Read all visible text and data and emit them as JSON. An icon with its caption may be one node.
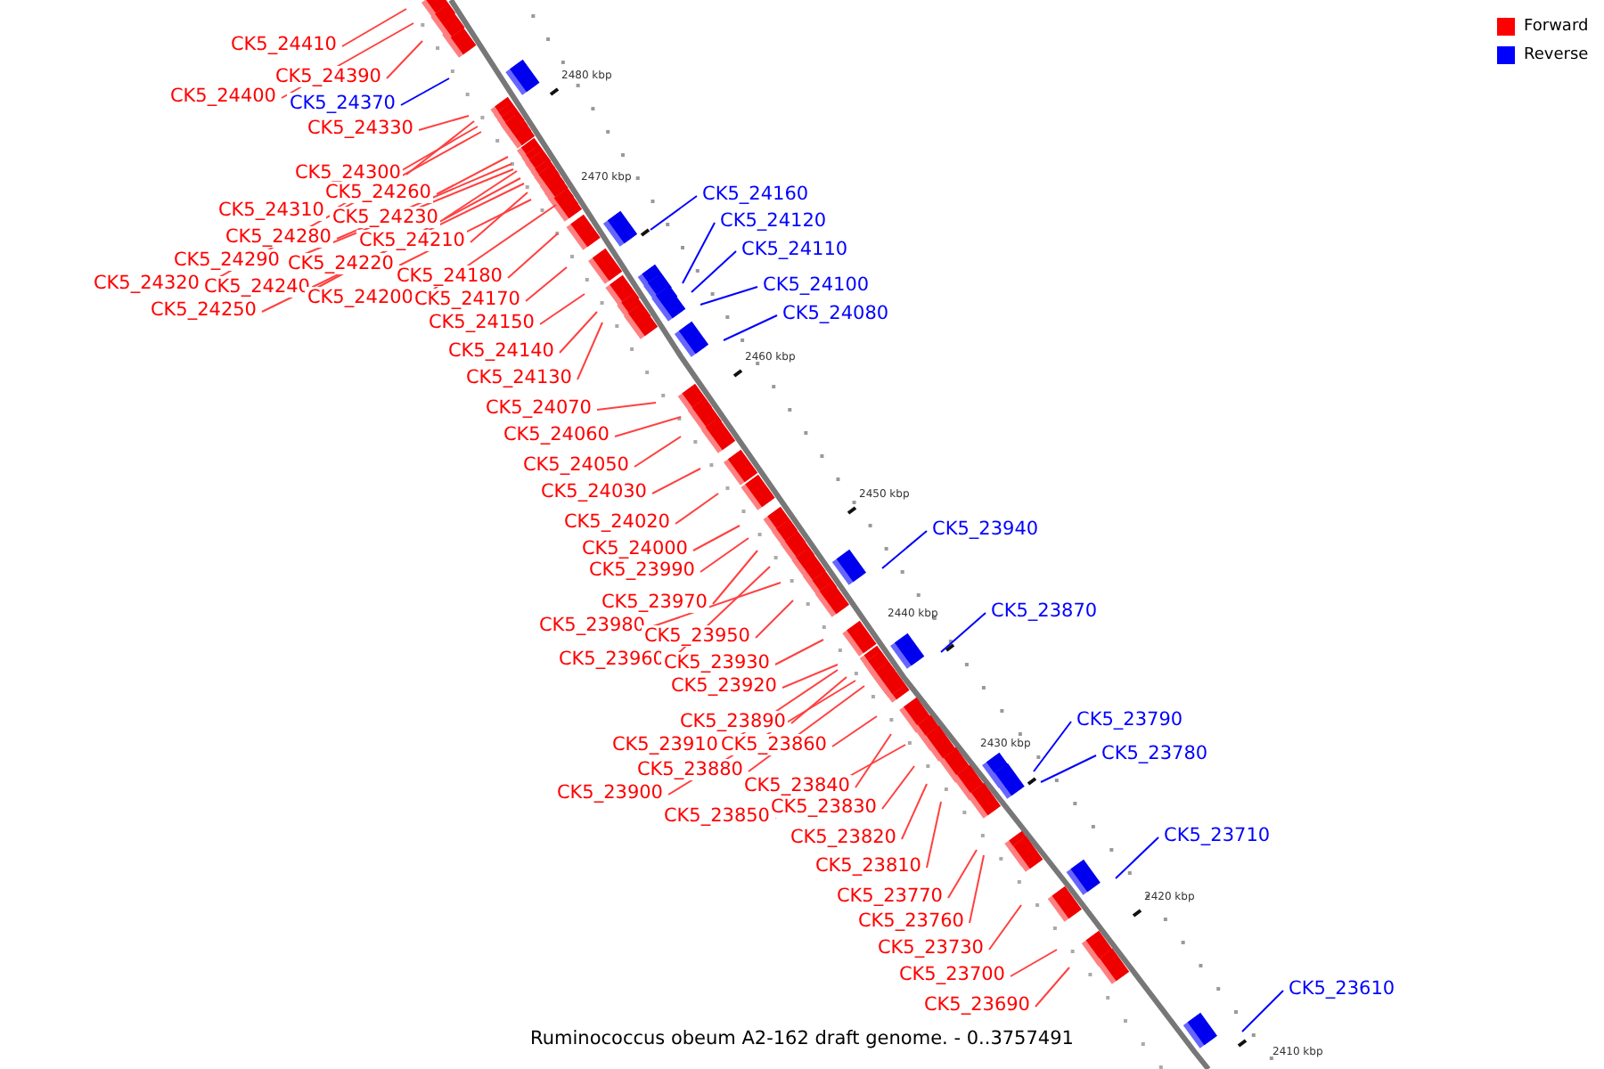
{
  "diagram": {
    "caption": "Ruminococcus obeum A2-162 draft genome. - 0..3757491",
    "nodes": [
      {
        "text": [
          "CK5_24410"
        ]
      },
      {
        "text": [
          "CK5_24390"
        ]
      },
      {
        "text": [
          "CK5_24400"
        ]
      },
      {
        "text": [
          "CK5_24370"
        ]
      },
      {
        "text": [
          "CK5_24330"
        ]
      },
      {
        "text": [
          "CK5_24300"
        ]
      },
      {
        "text": [
          "CK5_24260"
        ]
      },
      {
        "text": [
          "CK5_24160"
        ]
      },
      {
        "text": [
          "CK5_24310"
        ]
      },
      {
        "text": [
          "CK5_24230"
        ]
      },
      {
        "text": [
          "CK5_24120"
        ]
      },
      {
        "text": [
          "CK5_24280"
        ]
      },
      {
        "text": [
          "CK5_24210"
        ]
      },
      {
        "text": [
          "CK5_24110"
        ]
      },
      {
        "text": [
          "CK5_24290"
        ]
      },
      {
        "text": [
          "CK5_24220"
        ]
      },
      {
        "text": [
          "CK5_24180"
        ]
      },
      {
        "text": [
          "CK5_24320"
        ]
      },
      {
        "text": [
          "CK5_24240"
        ]
      },
      {
        "text": [
          "CK5_24100"
        ]
      },
      {
        "text": [
          "CK5_24200"
        ]
      },
      {
        "text": [
          "CK5_24170"
        ]
      },
      {
        "text": [
          "CK5_24250"
        ]
      },
      {
        "text": [
          "CK5_24080"
        ]
      },
      {
        "text": [
          "CK5_24150"
        ]
      },
      {
        "text": [
          "CK5_24140"
        ]
      },
      {
        "text": [
          "CK5_24130"
        ]
      },
      {
        "text": [
          "CK5_24070"
        ]
      },
      {
        "text": [
          "CK5_24060"
        ]
      },
      {
        "text": [
          "CK5_24050"
        ]
      },
      {
        "text": [
          "CK5_24030"
        ]
      },
      {
        "text": [
          "CK5_24020"
        ]
      },
      {
        "text": [
          "CK5_23940"
        ]
      },
      {
        "text": [
          "CK5_24000"
        ]
      },
      {
        "text": [
          "CK5_23990"
        ]
      },
      {
        "text": [
          "CK5_23970"
        ]
      },
      {
        "text": [
          "CK5_23870"
        ]
      },
      {
        "text": [
          "CK5_23980"
        ]
      },
      {
        "text": [
          "CK5_23950"
        ]
      },
      {
        "text": [
          "CK5_23960"
        ]
      },
      {
        "text": [
          "CK5_23930"
        ]
      },
      {
        "text": [
          "CK5_23920"
        ]
      },
      {
        "text": [
          "CK5_23790"
        ]
      },
      {
        "text": [
          "CK5_23890"
        ]
      },
      {
        "text": [
          "CK5_23910"
        ]
      },
      {
        "text": [
          "CK5_23860"
        ]
      },
      {
        "text": [
          "CK5_23780"
        ]
      },
      {
        "text": [
          "CK5_23880"
        ]
      },
      {
        "text": [
          "CK5_23840"
        ]
      },
      {
        "text": [
          "CK5_23900"
        ]
      },
      {
        "text": [
          "CK5_23830"
        ]
      },
      {
        "text": [
          "CK5_23850"
        ]
      },
      {
        "text": [
          "CK5_23710"
        ]
      },
      {
        "text": [
          "CK5_23820"
        ]
      },
      {
        "text": [
          "CK5_23810"
        ]
      },
      {
        "text": [
          "CK5_23770"
        ]
      },
      {
        "text": [
          "CK5_23760"
        ]
      },
      {
        "text": [
          "CK5_23730"
        ]
      },
      {
        "text": [
          "CK5_23700"
        ]
      },
      {
        "text": [
          "CK5_23610"
        ]
      },
      {
        "text": [
          "CK5_23690"
        ]
      }
    ],
    "edges": [
      {
        "from": 0,
        "to": null,
        "arrow": "none"
      },
      {
        "from": 1,
        "to": null,
        "arrow": "none"
      },
      {
        "from": 2,
        "to": null,
        "arrow": "none"
      },
      {
        "from": 3,
        "to": null,
        "arrow": "none",
        "color": "#0000ff"
      },
      {
        "from": 4,
        "to": null,
        "arrow": "none"
      },
      {
        "from": 5,
        "to": null,
        "arrow": "none"
      },
      {
        "from": 6,
        "to": null,
        "arrow": "none"
      },
      {
        "from": 7,
        "to": null,
        "arrow": "none",
        "color": "#0000ff"
      },
      {
        "from": 8,
        "to": null,
        "arrow": "none"
      },
      {
        "from": 9,
        "to": null,
        "arrow": "none"
      },
      {
        "from": 10,
        "to": null,
        "arrow": "none",
        "color": "#0000ff"
      },
      {
        "from": 11,
        "to": null,
        "arrow": "none"
      },
      {
        "from": 12,
        "to": null,
        "arrow": "none"
      },
      {
        "from": 13,
        "to": null,
        "arrow": "none",
        "color": "#0000ff"
      },
      {
        "from": 14,
        "to": null,
        "arrow": "none"
      },
      {
        "from": 15,
        "to": null,
        "arrow": "none"
      },
      {
        "from": 16,
        "to": null,
        "arrow": "none"
      },
      {
        "from": 17,
        "to": null,
        "arrow": "none"
      },
      {
        "from": 18,
        "to": null,
        "arrow": "none"
      },
      {
        "from": 19,
        "to": null,
        "arrow": "none",
        "color": "#0000ff"
      },
      {
        "from": 20,
        "to": null,
        "arrow": "none"
      },
      {
        "from": 21,
        "to": null,
        "arrow": "none"
      },
      {
        "from": 22,
        "to": null,
        "arrow": "none"
      },
      {
        "from": 23,
        "to": null,
        "arrow": "none",
        "color": "#0000ff"
      },
      {
        "from": 24,
        "to": null,
        "arrow": "none"
      },
      {
        "from": 25,
        "to": null,
        "arrow": "none"
      },
      {
        "from": 26,
        "to": null,
        "arrow": "none"
      },
      {
        "from": 27,
        "to": null,
        "arrow": "none"
      },
      {
        "from": 28,
        "to": null,
        "arrow": "none"
      },
      {
        "from": 29,
        "to": null,
        "arrow": "none"
      },
      {
        "from": 30,
        "to": null,
        "arrow": "none"
      },
      {
        "from": 31,
        "to": null,
        "arrow": "none"
      },
      {
        "from": 32,
        "to": null,
        "arrow": "none",
        "color": "#0000ff"
      },
      {
        "from": 33,
        "to": null,
        "arrow": "none"
      },
      {
        "from": 34,
        "to": null,
        "arrow": "none"
      },
      {
        "from": 35,
        "to": null,
        "arrow": "none"
      },
      {
        "from": 36,
        "to": null,
        "arrow": "none",
        "color": "#0000ff"
      },
      {
        "from": 37,
        "to": null,
        "arrow": "none"
      },
      {
        "from": 38,
        "to": null,
        "arrow": "none"
      },
      {
        "from": 39,
        "to": null,
        "arrow": "none"
      },
      {
        "from": 40,
        "to": null,
        "arrow": "none"
      },
      {
        "from": 41,
        "to": null,
        "arrow": "none"
      },
      {
        "from": 42,
        "to": null,
        "arrow": "none",
        "color": "#0000ff"
      },
      {
        "from": 43,
        "to": null,
        "arrow": "none"
      },
      {
        "from": 44,
        "to": null,
        "arrow": "none"
      },
      {
        "from": 45,
        "to": null,
        "arrow": "none"
      },
      {
        "from": 46,
        "to": null,
        "arrow": "none",
        "color": "#0000ff"
      },
      {
        "from": 47,
        "to": null,
        "arrow": "none"
      },
      {
        "from": 48,
        "to": null,
        "arrow": "none"
      },
      {
        "from": 49,
        "to": null,
        "arrow": "none"
      },
      {
        "from": 50,
        "to": null,
        "arrow": "none"
      },
      {
        "from": 51,
        "to": null,
        "arrow": "none"
      },
      {
        "from": 52,
        "to": null,
        "arrow": "none",
        "color": "#0000ff"
      },
      {
        "from": 53,
        "to": null,
        "arrow": "none"
      },
      {
        "from": 54,
        "to": null,
        "arrow": "none"
      },
      {
        "from": 55,
        "to": null,
        "arrow": "none"
      },
      {
        "from": 56,
        "to": null,
        "arrow": "none"
      },
      {
        "from": 57,
        "to": null,
        "arrow": "none"
      },
      {
        "from": 58,
        "to": null,
        "arrow": "none"
      },
      {
        "from": 59,
        "to": null,
        "arrow": "none",
        "color": "#0000ff"
      },
      {
        "from": 60,
        "to": null,
        "arrow": "none"
      }
    ],
    "labels": [
      "2480 kbp",
      "2470 kbp",
      "2460 kbp",
      "2450 kbp",
      "2440 kbp",
      "2430 kbp",
      "2420 kbp",
      "2410 kbp"
    ],
    "legend": [
      {
        "text": "Forward",
        "color": "#ff0000"
      },
      {
        "text": "Reverse",
        "color": "#0000ff"
      }
    ]
  }
}
